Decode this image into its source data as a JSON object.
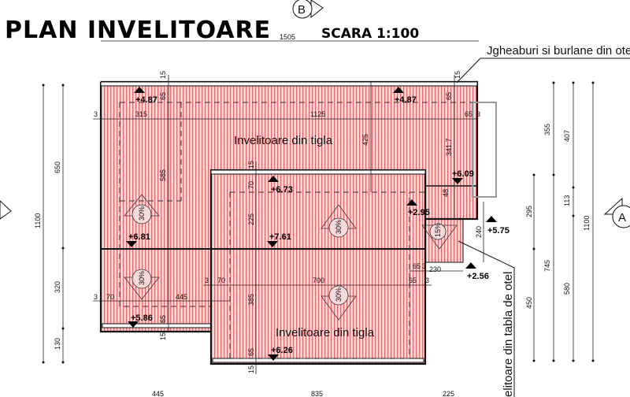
{
  "title": "PLAN INVELITOARE",
  "scale": "SCARA 1:100",
  "axis_labels": {
    "top": "B",
    "right": "A"
  },
  "top_dimension": "1505",
  "labels": {
    "gutters": "Jgheaburi si burlane din otel",
    "roof_tile_upper": "Invelitoare din tigla",
    "roof_tile_lower": "Invelitoare din tigla",
    "roof_steel": "elitoare din tabla de otel"
  },
  "elevations": [
    "+4.87",
    "+4.87",
    "+6.09",
    "+6.73",
    "+2.95",
    "+5.75",
    "+6.81",
    "+7.61",
    "+2.56",
    "+5.86",
    "+6.26"
  ],
  "slopes": [
    "30%",
    "30%",
    "30%",
    "30%",
    "15%"
  ],
  "dimensions_left": [
    "1100",
    "650",
    "320",
    "130"
  ],
  "dimensions_right": [
    "355",
    "407",
    "295",
    "113",
    "1100",
    "745",
    "580",
    "450"
  ],
  "dimensions_interior": [
    "315",
    "1125",
    "585",
    "425",
    "341.7",
    "225",
    "385",
    "445",
    "700",
    "230",
    "240",
    "70",
    "70",
    "70",
    "65",
    "65",
    "65",
    "65",
    "65",
    "65",
    "65",
    "48",
    "15",
    "15",
    "15",
    "15",
    "15",
    "3",
    "3",
    "3",
    "3",
    "3",
    "3"
  ],
  "dimensions_bottom": [
    "445",
    "835",
    "225"
  ],
  "colors": {
    "roof_fill": "#f7d9d9",
    "roof_stripe": "#e06a6a",
    "lines": "#111111"
  }
}
